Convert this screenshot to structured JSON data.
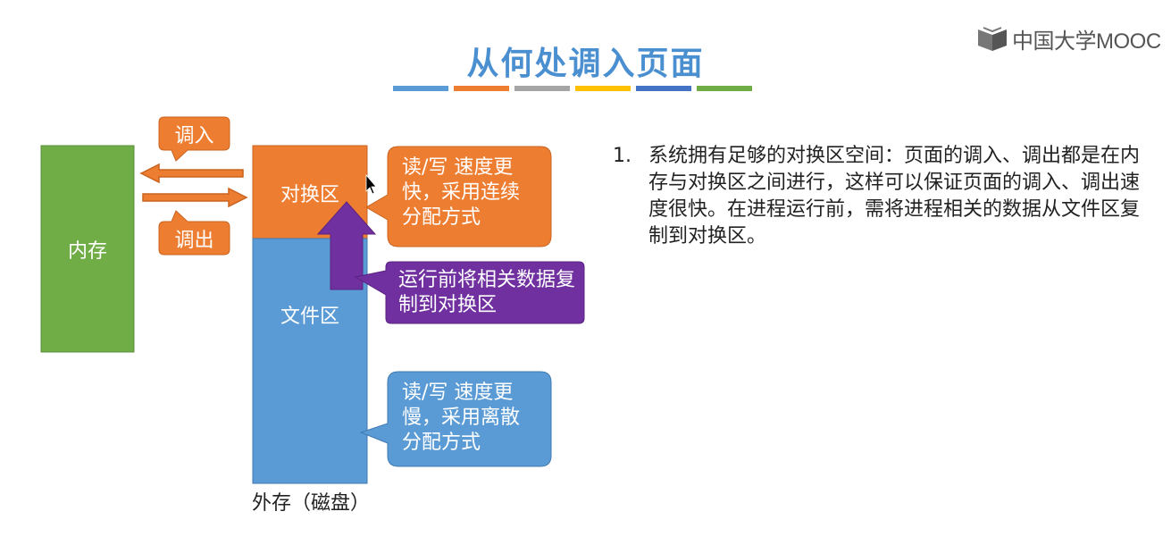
{
  "title": "从何处调入页面",
  "logo": {
    "text": "中国大学MOOC"
  },
  "stripe_colors": [
    "#5b9bd5",
    "#ed7d31",
    "#a5a5a5",
    "#ffc000",
    "#4472c4",
    "#70ad47"
  ],
  "diagram": {
    "memory_label": "内存",
    "swap_area_label": "对换区",
    "file_area_label": "文件区",
    "disk_caption": "外存（磁盘）",
    "swap_in_label": "调入",
    "swap_out_label": "调出",
    "callout_swap": "读/写 速度更快，采用连续分配方式",
    "callout_copy": "运行前将相关数据复制到对换区",
    "callout_file": "读/写 速度更慢，采用离散分配方式"
  },
  "colors": {
    "memory": "#70ad47",
    "swap": "#ed7d31",
    "file": "#5b9bd5",
    "purple": "#7030a0"
  },
  "description": {
    "number": "1.",
    "text": "系统拥有足够的对换区空间：页面的调入、调出都是在内存与对换区之间进行，这样可以保证页面的调入、调出速度很快。在进程运行前，需将进程相关的数据从文件区复制到对换区。"
  }
}
